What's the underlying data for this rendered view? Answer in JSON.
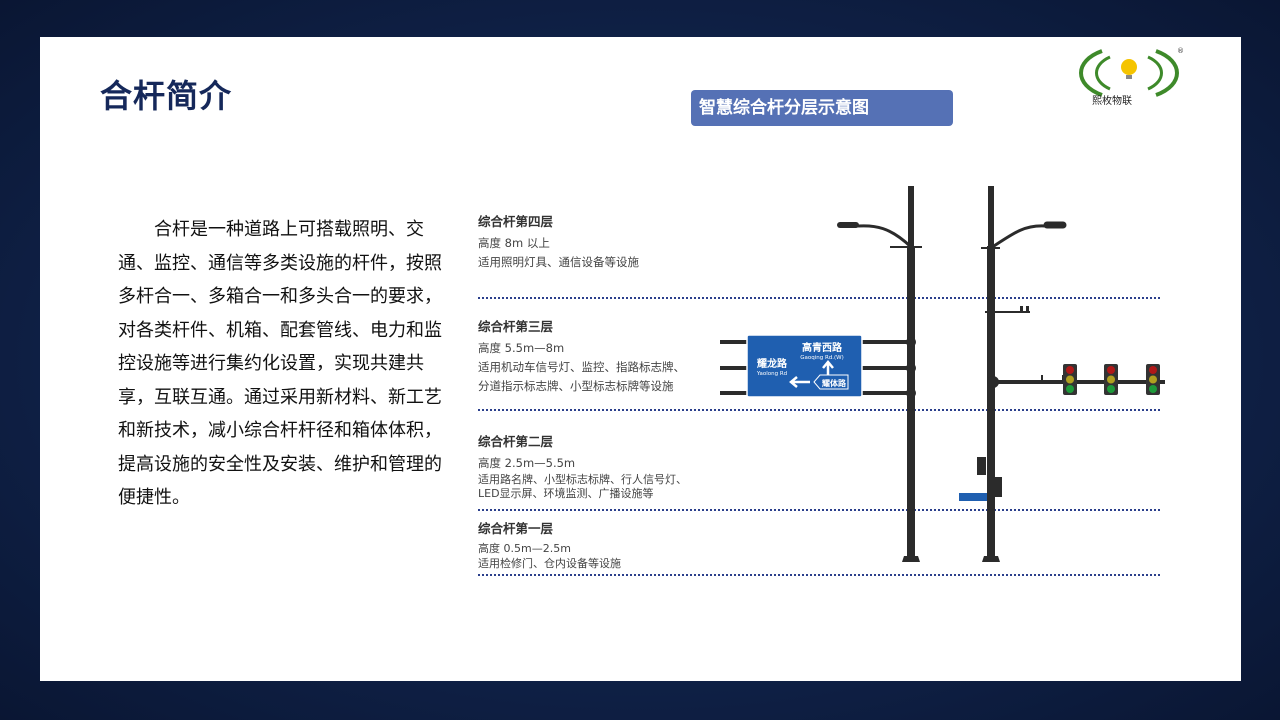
{
  "title": "合杆简介",
  "banner": "智慧综合杆分层示意图",
  "paragraph": "合杆是一种道路上可搭载照明、交通、监控、通信等多类设施的杆件，按照多杆合一、多箱合一和多头合一的要求，对各类杆件、机箱、配套管线、电力和监控设施等进行集约化设置，实现共建共享，互联互通。通过采用新材料、新工艺和新技术，减小综合杆杆径和箱体体积，提高设施的安全性及安装、维护和管理的便捷性。",
  "logo": {
    "text": "熙枚物联",
    "mark": "®"
  },
  "layers": [
    {
      "title": "综合杆第四层",
      "height": "高度 8m 以上",
      "desc": [
        "适用照明灯具、通信设备等设施"
      ]
    },
    {
      "title": "综合杆第三层",
      "height": "高度 5.5m—8m",
      "desc": [
        "适用机动车信号灯、监控、指路标志牌、",
        "分道指示标志牌、小型标志标牌等设施"
      ]
    },
    {
      "title": "综合杆第二层",
      "height": "高度 2.5m—5.5m",
      "desc": [
        "适用路名牌、小型标志标牌、行人信号灯、",
        "LED显示屏、环境监测、广播设施等"
      ]
    },
    {
      "title": "综合杆第一层",
      "height": "高度 0.5m—2.5m",
      "desc": [
        "适用检修门、仓内设备等设施"
      ]
    }
  ],
  "sign": {
    "road1_cn": "耀龙路",
    "road1_en": "Yaolong Rd",
    "road2_cn": "高青西路",
    "road2_en": "Gaoqing Rd.(W)",
    "road3_cn": "耀体路",
    "color": "#1f5fb0"
  },
  "colors": {
    "title": "#15285a",
    "banner": "#5571b5",
    "dots": "#2b3f8c"
  }
}
